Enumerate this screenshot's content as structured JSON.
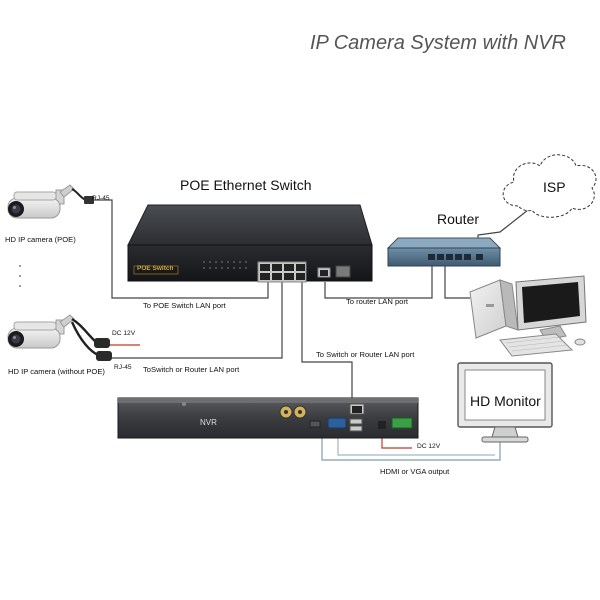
{
  "diagram": {
    "title": "IP Camera System with NVR",
    "poe_switch": {
      "title": "POE Ethernet Switch",
      "front_label": "POE Switch"
    },
    "router": {
      "title": "Router"
    },
    "isp": {
      "label": "ISP"
    },
    "nvr": {
      "front_label": "NVR"
    },
    "monitor": {
      "label": "HD Monitor"
    },
    "camera_poe": {
      "label": "HD IP camera (POE)",
      "connector": "RJ-45",
      "link_label": "To POE Switch LAN port"
    },
    "camera_no_poe": {
      "label": "HD IP camera (without POE)",
      "power_label": "DC 12V",
      "connector": "RJ-45",
      "link_label": "ToSwitch or Router LAN port"
    },
    "links": {
      "router_lan": "To router LAN port",
      "nvr_uplink": "To Switch or Router LAN port",
      "nvr_power": "DC 12V",
      "video_output": "HDMI or VGA output"
    }
  }
}
